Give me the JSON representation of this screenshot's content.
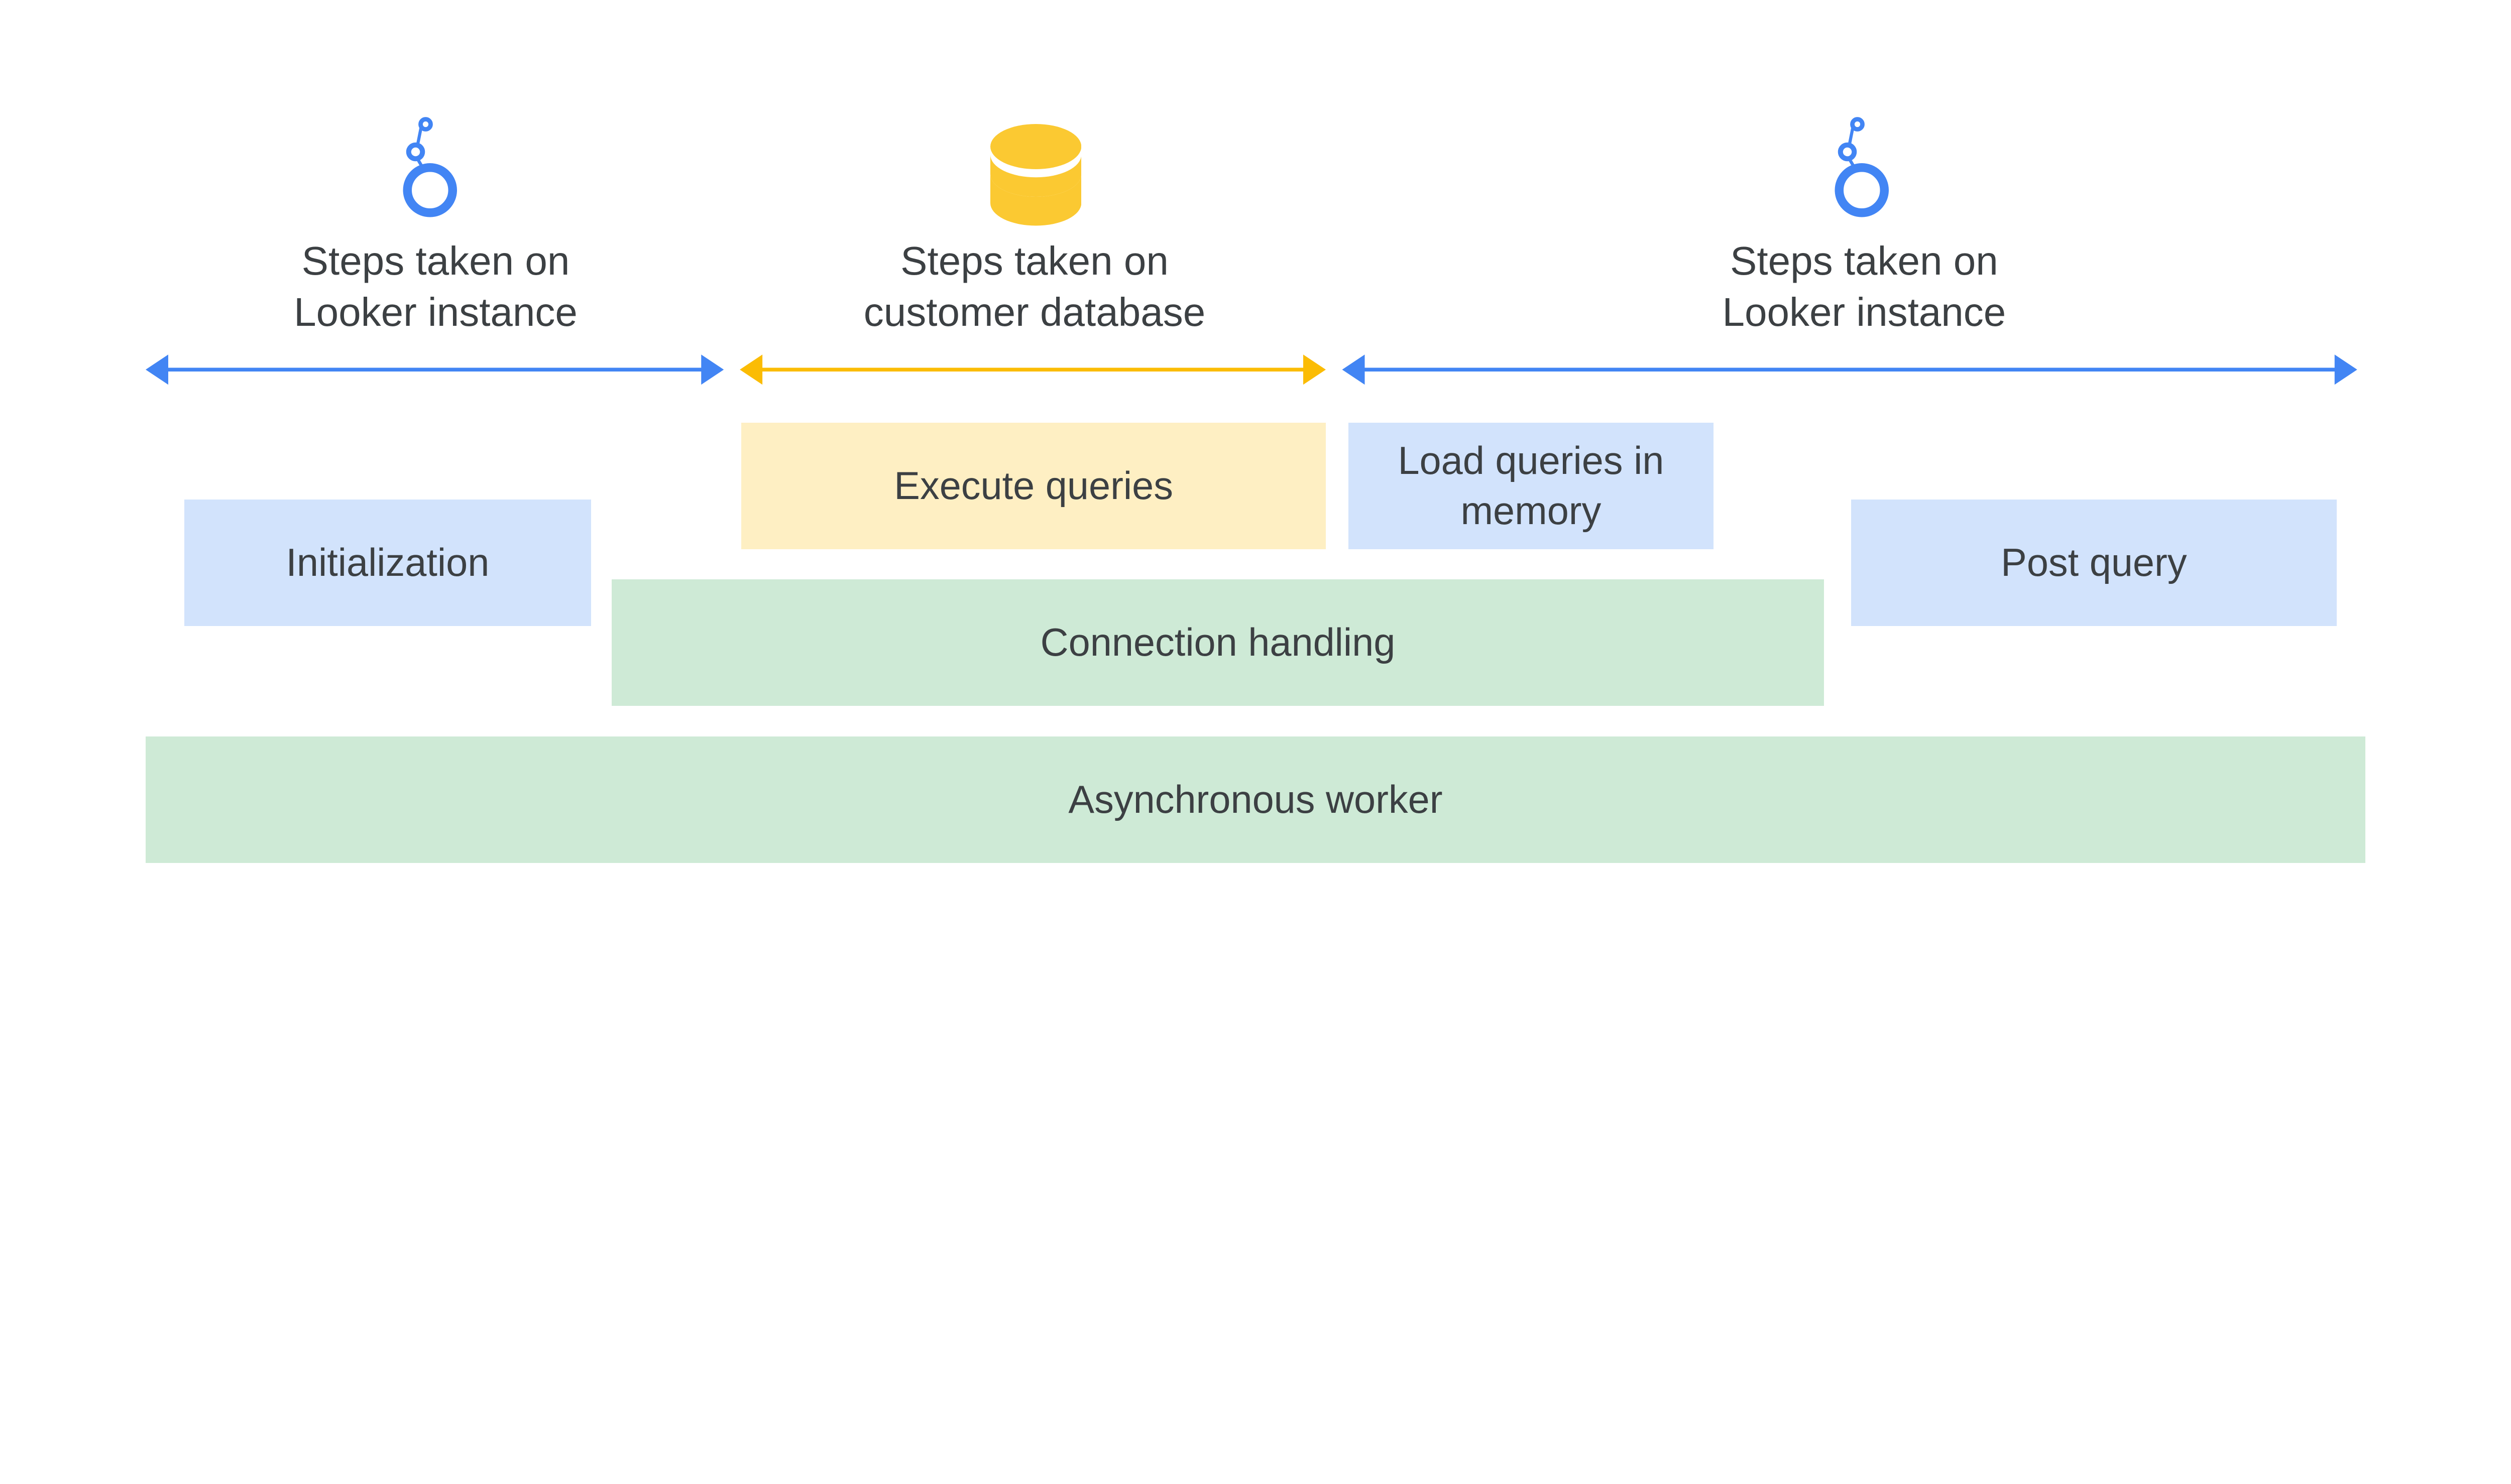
{
  "headers": [
    {
      "line1": "Steps taken on",
      "line2": "Looker instance",
      "icon": "looker-logo-icon",
      "color": "#4285f4"
    },
    {
      "line1": "Steps taken on",
      "line2": "customer database",
      "icon": "database-icon",
      "color": "#fbbc04"
    },
    {
      "line1": "Steps taken on",
      "line2": "Looker instance",
      "icon": "looker-logo-icon",
      "color": "#4285f4"
    }
  ],
  "boxes": {
    "initialization": {
      "label": "Initialization",
      "color": "#d2e3fc"
    },
    "execute_queries": {
      "label": "Execute queries",
      "color": "#feefc3"
    },
    "load_queries": {
      "label": "Load queries in memory",
      "color": "#d2e3fc"
    },
    "post_query": {
      "label": "Post query",
      "color": "#d2e3fc"
    },
    "connection_handling": {
      "label": "Connection handling",
      "color": "#ceead6"
    },
    "async_worker": {
      "label": "Asynchronous worker",
      "color": "#ceead6"
    }
  },
  "colors": {
    "blue": "#4285f4",
    "yellow": "#fbbc04",
    "text": "#3c4043"
  }
}
